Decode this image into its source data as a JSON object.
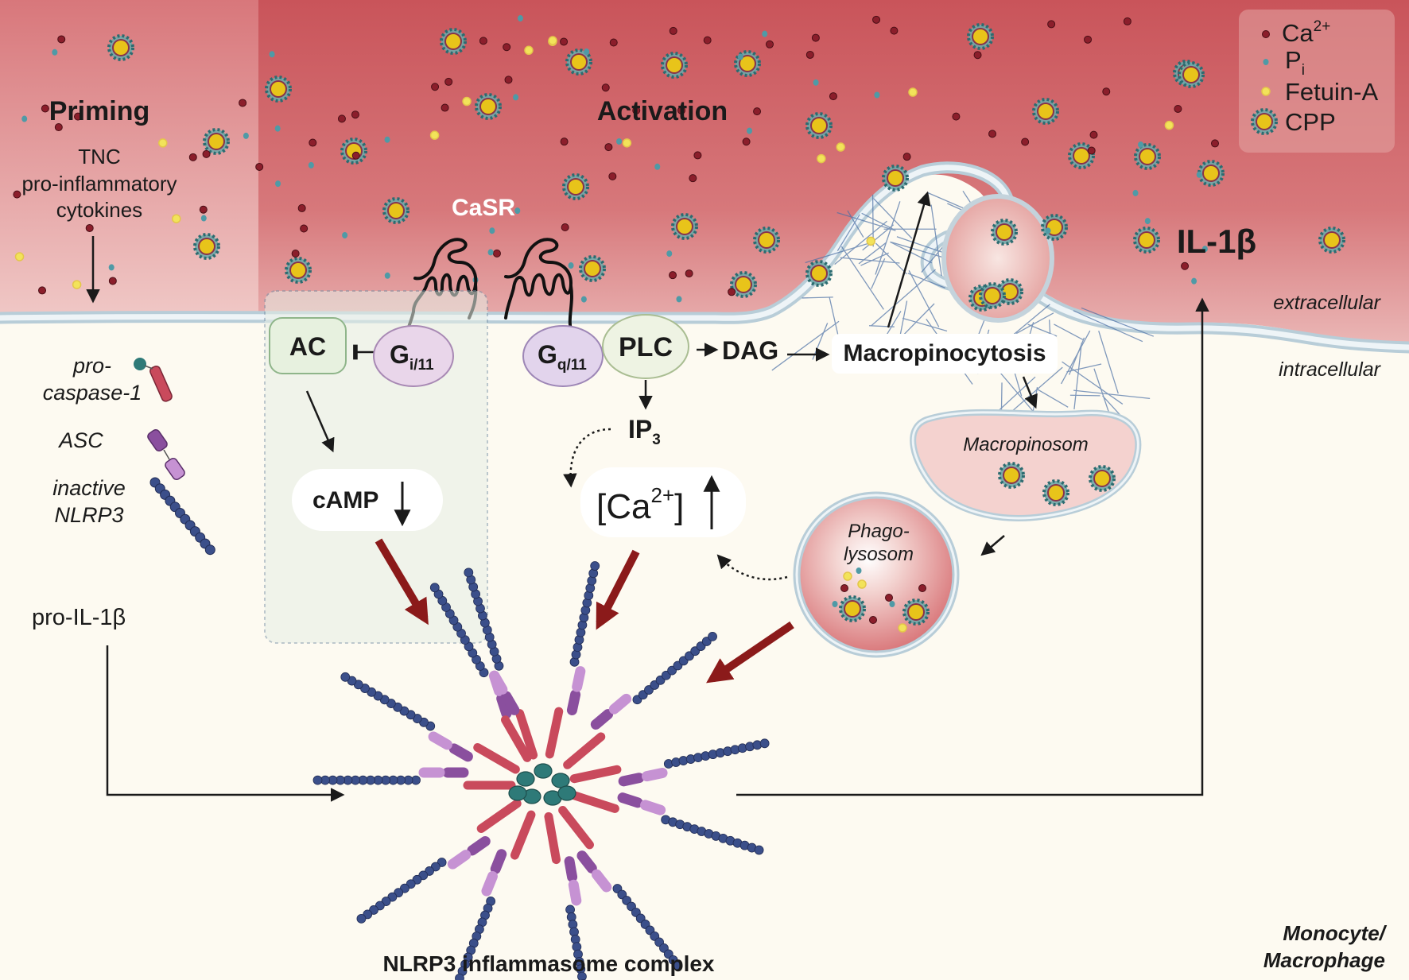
{
  "legend": {
    "calcium": "Ca",
    "calcium_sup": "2+",
    "phosphate": "P",
    "phosphate_sub": "i",
    "fetuin": "Fetuin-A",
    "cpp": "CPP"
  },
  "priming": {
    "title": "Priming",
    "lines": [
      "TNC",
      "pro-inflammatory",
      "cytokines"
    ],
    "procaspase": [
      "pro-",
      "caspase-1"
    ],
    "asc": "ASC",
    "nlrp3": [
      "inactive",
      "NLRP3"
    ],
    "pro_il1b": "pro-IL-1β"
  },
  "activation": {
    "title": "Activation",
    "casr": "CaSR",
    "ac": "AC",
    "gi": "G",
    "gi_sub": "i/11",
    "gq": "G",
    "gq_sub": "q/11",
    "plc": "PLC",
    "dag": "DAG",
    "macropinocytosis": "Macropinocytosis",
    "ip3": "IP",
    "ip3_sub": "3",
    "camp": "cAMP",
    "ca_bracket_open": "[Ca",
    "ca_sup": "2+",
    "ca_bracket_close": "]",
    "macropinosom": "Macropinosom",
    "phagolysosom": [
      "Phago-",
      "lysosom"
    ],
    "il1b": "IL-1β"
  },
  "compartments": {
    "extracellular": "extracellular",
    "intracellular": "intracellular"
  },
  "complex_label": "NLRP3 inflammasome complex",
  "cell_type": [
    "Monocyte/",
    "Macrophage"
  ],
  "colors": {
    "extracellular_top": "#c9545a",
    "extracellular_bottom": "#e9b3b3",
    "cytoplasm": "#fdfaf1",
    "nlrp3_blue": "#3b4f8a",
    "caspase_red": "#c94a5c",
    "asc_purple": "#8a4f9e",
    "arrow_red": "#8b1a1a",
    "ca_dot": "#8b1e2b",
    "pi_dot": "#4f9aa6",
    "fetuin_dot": "#f2e35a",
    "cpp_core": "#e8c41a"
  }
}
